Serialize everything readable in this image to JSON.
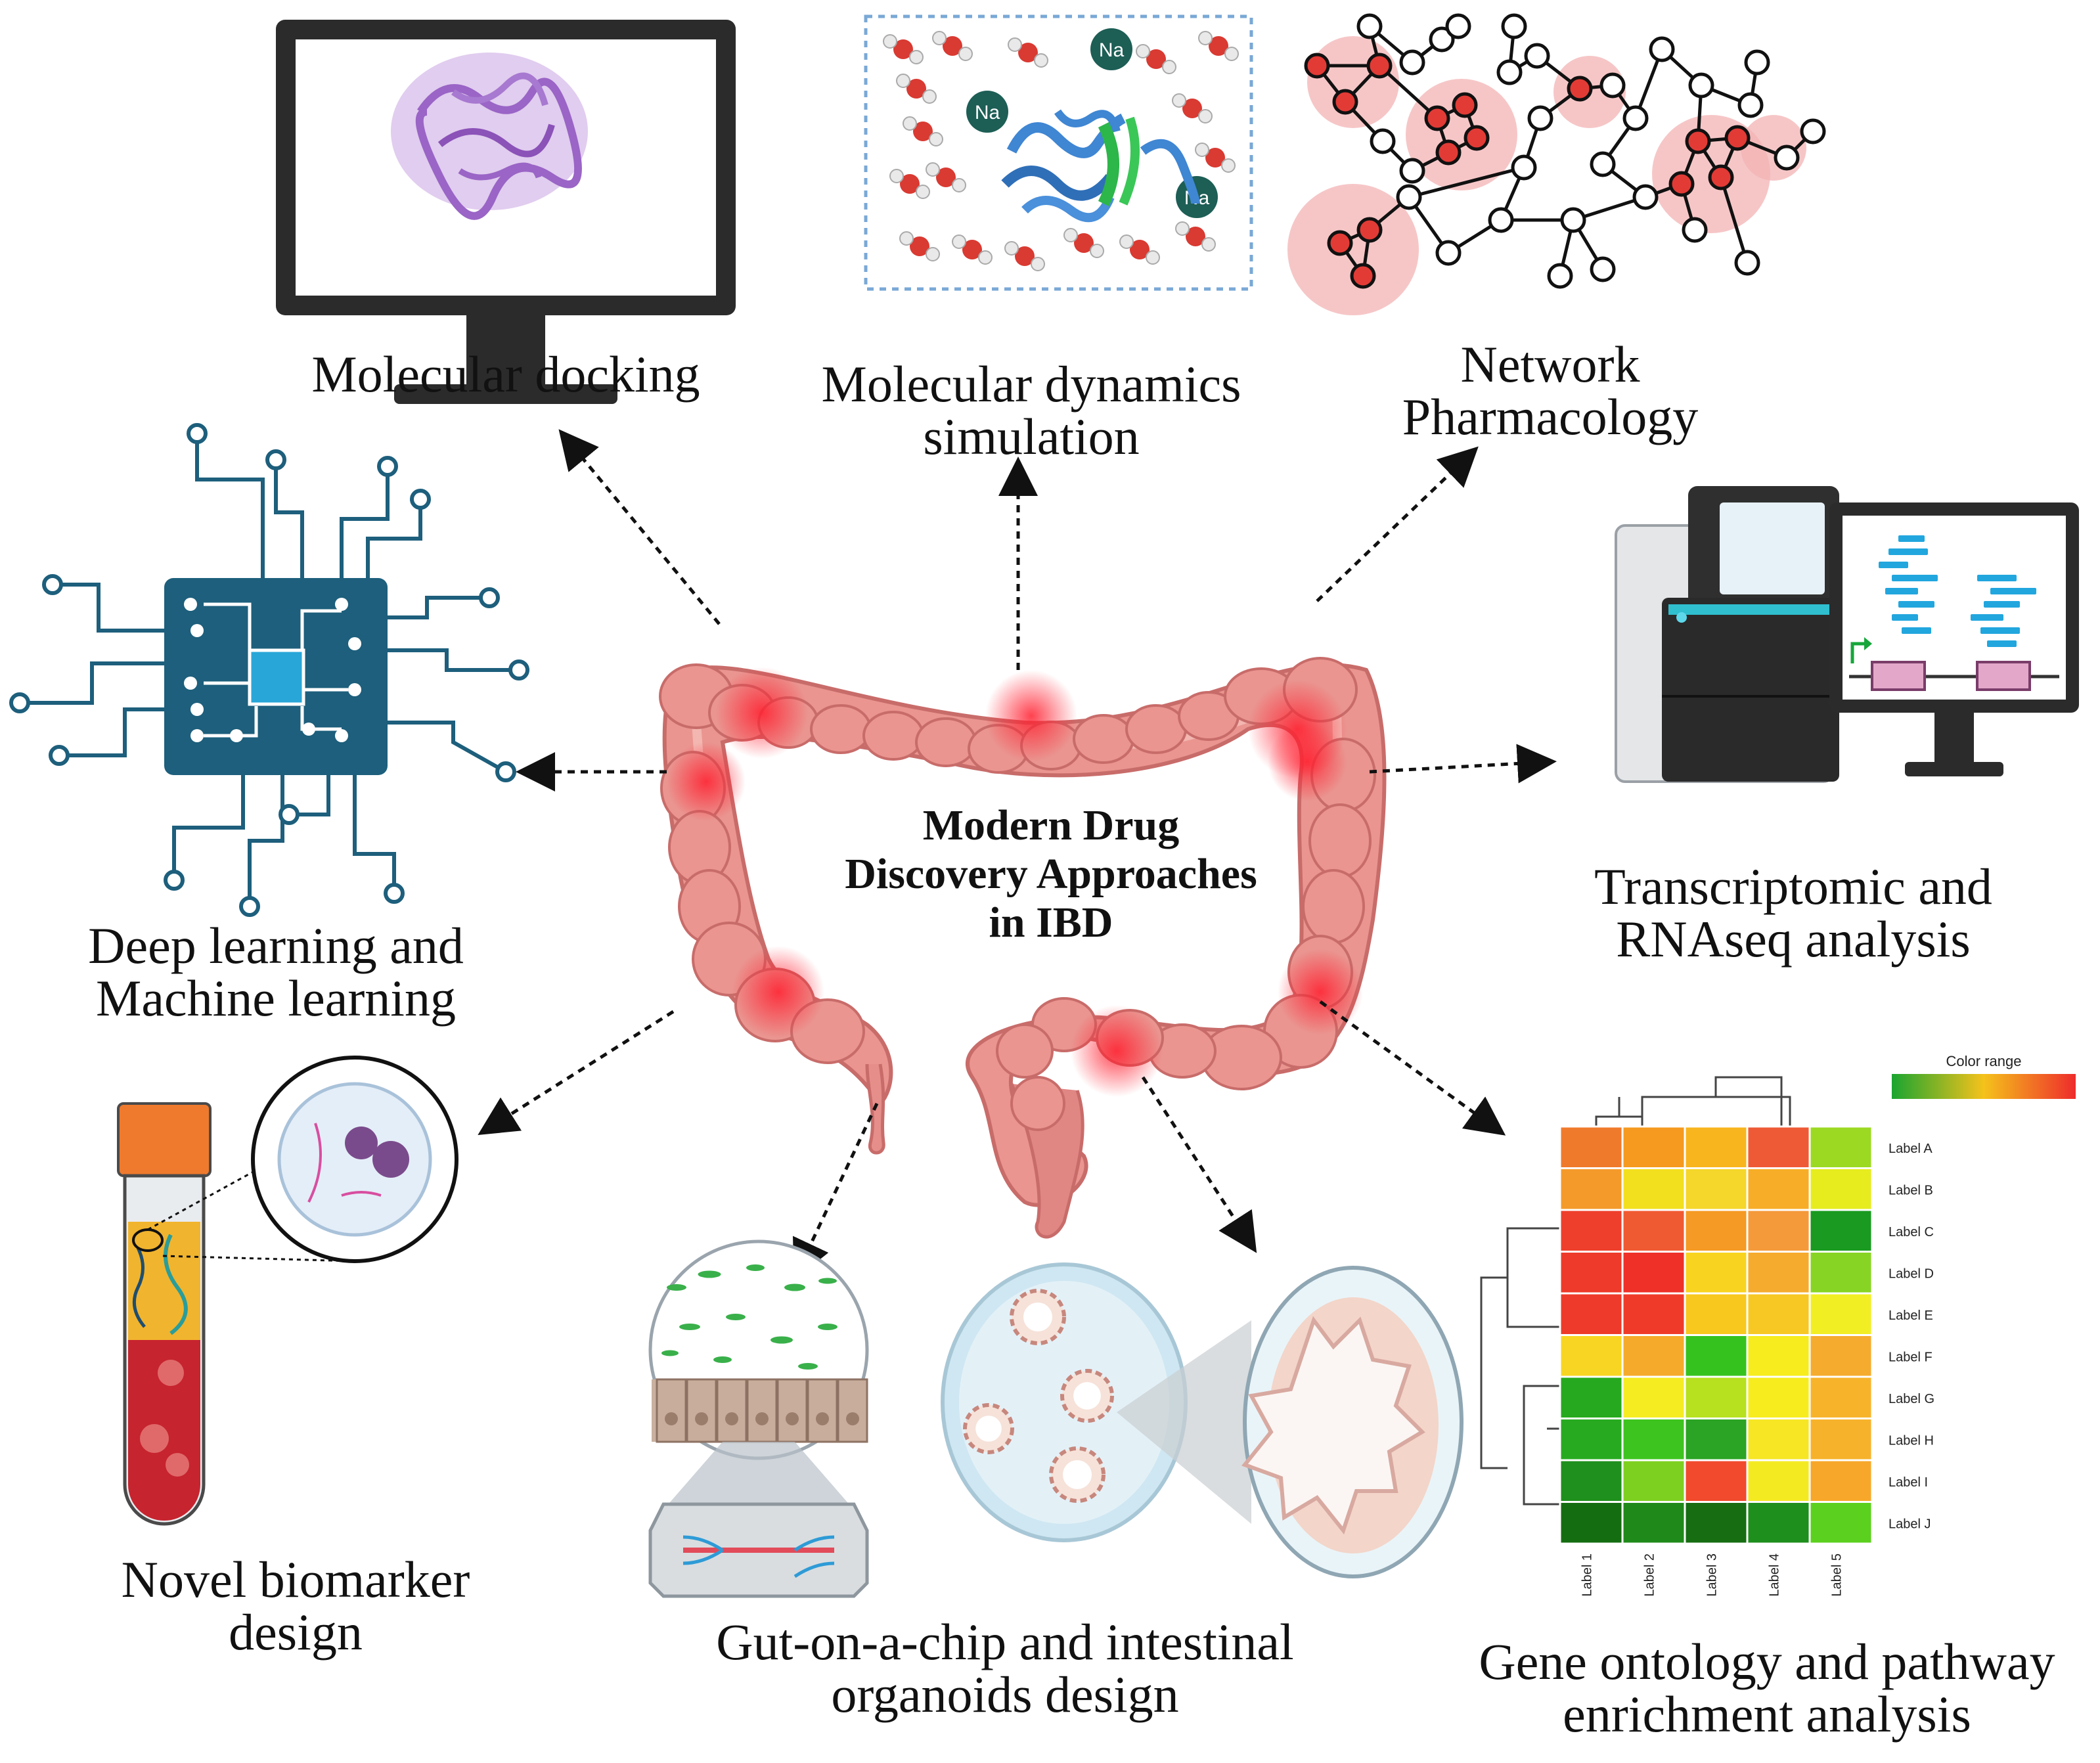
{
  "center": {
    "line1": "Modern Drug",
    "line2": "Discovery Approaches",
    "line3": "in IBD"
  },
  "approaches": {
    "docking": {
      "line1": "Molecular docking"
    },
    "dynamics": {
      "line1": "Molecular dynamics",
      "line2": "simulation"
    },
    "network": {
      "line1": "Network",
      "line2": "Pharmacology"
    },
    "deep_learning": {
      "line1": "Deep learning and",
      "line2": "Machine learning"
    },
    "transcriptomic": {
      "line1": "Transcriptomic and",
      "line2": "RNAseq analysis"
    },
    "biomarker": {
      "line1": "Novel biomarker",
      "line2": "design"
    },
    "gut_chip": {
      "line1": "Gut-on-a-chip and intestinal",
      "line2": "organoids design"
    },
    "gene_ontology": {
      "line1": "Gene ontology and pathway",
      "line2": "enrichment analysis"
    }
  },
  "md_box": {
    "ion_label": "Na",
    "water_h": "H",
    "water_o": "O"
  },
  "heatmap": {
    "legend_title": "Color range",
    "row_labels": [
      "Label A",
      "Label B",
      "Label C",
      "Label D",
      "Label E",
      "Label F",
      "Label G",
      "Label H",
      "Label I",
      "Label J"
    ],
    "col_labels": [
      "Label 1",
      "Label 2",
      "Label 3",
      "Label 4",
      "Label 5"
    ],
    "colors": [
      [
        "#f07a2c",
        "#f59a1e",
        "#f8b51e",
        "#ee5a36",
        "#9cd923"
      ],
      [
        "#f49a2a",
        "#f2e01e",
        "#f5d62a",
        "#f7ad27",
        "#e6ec1e"
      ],
      [
        "#ee3f2c",
        "#f05a32",
        "#f59a24",
        "#f49a3a",
        "#1a9a20"
      ],
      [
        "#ee3a2a",
        "#ee3028",
        "#f8d420",
        "#f5ab2e",
        "#88d424"
      ],
      [
        "#ee3a2a",
        "#ef3a2a",
        "#f8c81e",
        "#f7c824",
        "#f2ee24"
      ],
      [
        "#f8d522",
        "#f5aa2b",
        "#36c21e",
        "#f6ec1e",
        "#f5ab2e"
      ],
      [
        "#26a91e",
        "#f6ec22",
        "#b7e01e",
        "#f7ec1e",
        "#f7b42b"
      ],
      [
        "#27aa20",
        "#3ec41e",
        "#2ba324",
        "#f6e624",
        "#f7b22b"
      ],
      [
        "#1f8f1d",
        "#7ed020",
        "#f14a2c",
        "#f4ea22",
        "#f7a729"
      ],
      [
        "#156d12",
        "#1f8a1a",
        "#176d12",
        "#1e8e1d",
        "#5cd01e"
      ]
    ]
  },
  "colors": {
    "colon_fill": "#ea9590",
    "colon_stroke": "#c86c6a",
    "chip_blue": "#1d5f7c",
    "net_red": "#e23b36",
    "inflamed": "#ff3040"
  }
}
